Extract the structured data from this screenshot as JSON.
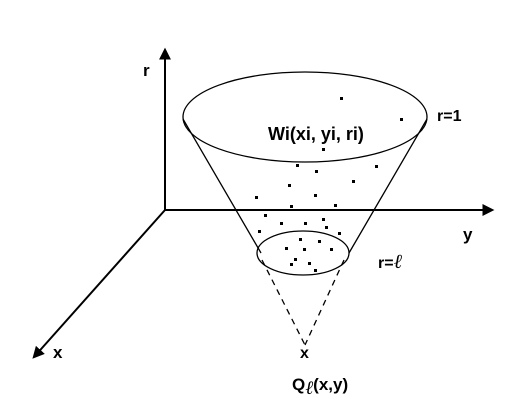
{
  "diagram": {
    "axes": {
      "r_label": "r",
      "y_label": "y",
      "x_label": "x"
    },
    "labels": {
      "point_label": "Wi(xi, yi, ri)",
      "top_level": "r=1",
      "inner_level_prefix": "r=",
      "inner_level_symbol": "ℓ",
      "apex_mark": "x",
      "query_prefix": "Q",
      "query_symbol": "ℓ",
      "query_suffix": "(x,y)"
    },
    "colors": {
      "ink": "#000000",
      "background": "#ffffff"
    }
  }
}
